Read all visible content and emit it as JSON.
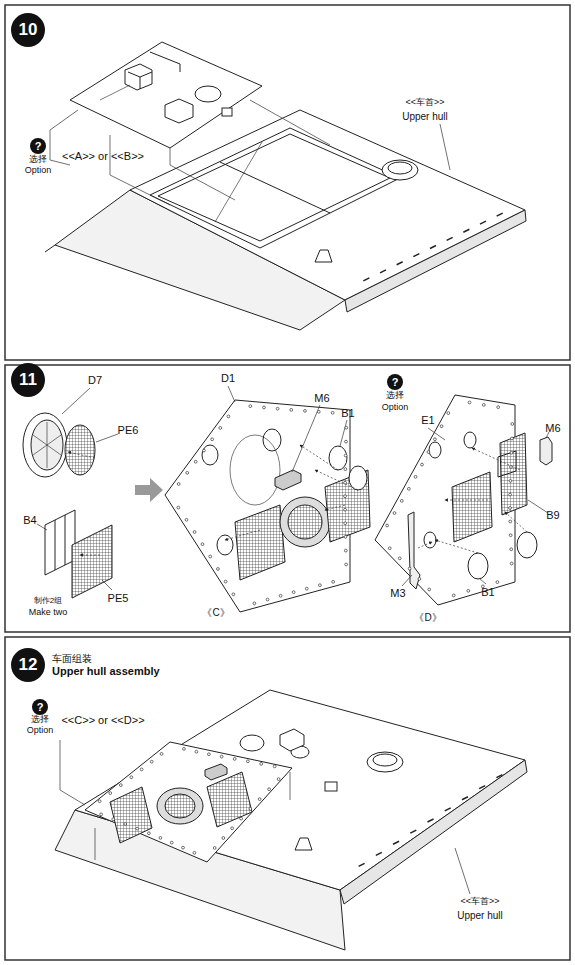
{
  "diagram": {
    "nodes": [
      {
        "text": [
          "10"
        ]
      },
      {
        "text": [
          "?"
        ]
      },
      {
        "text": [
          "11"
        ]
      },
      {
        "text": [
          "?"
        ]
      },
      {
        "text": [
          "12"
        ]
      },
      {
        "text": [
          "?"
        ]
      }
    ],
    "labels": [
      "选择",
      "Option",
      "<<A>> or <<B>>",
      "<<车首>>",
      "Upper hull",
      "D7",
      "PE6",
      "B4",
      "PE5",
      "制作2组",
      "Make two",
      "D1",
      "M6",
      "B1",
      "《C》",
      "选择",
      "Option",
      "E1",
      "M6",
      "B9",
      "B1",
      "M3",
      "《D》",
      "车面组装",
      "Upper hull assembly",
      "选择",
      "Option",
      "<<C>> or <<D>>",
      "<<车首>>",
      "Upper hull"
    ]
  }
}
